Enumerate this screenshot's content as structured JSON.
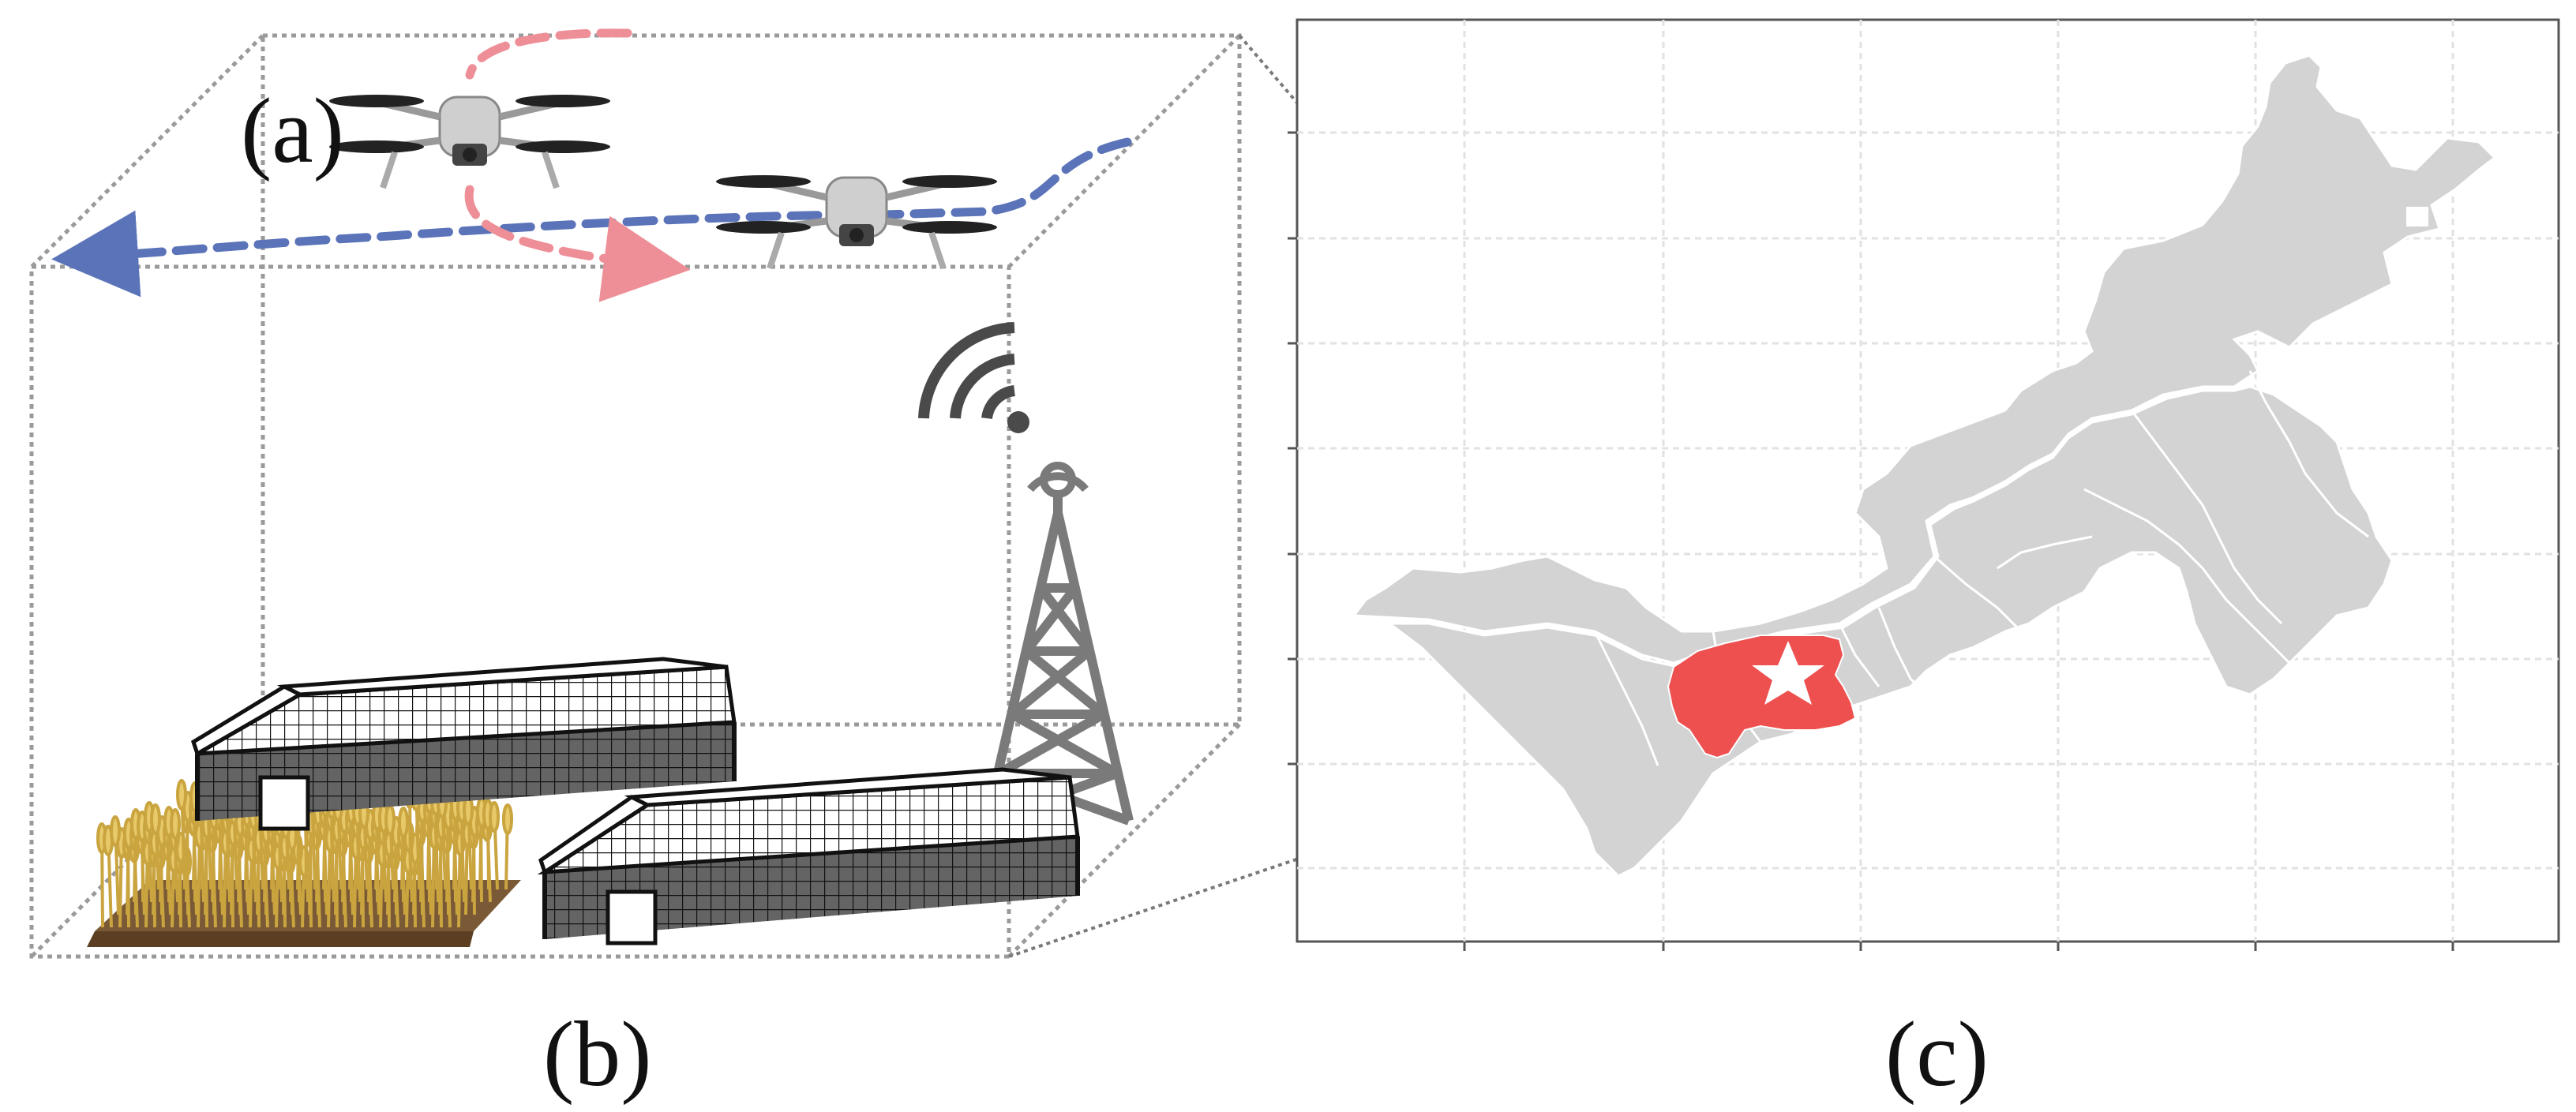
{
  "labels": {
    "panel_a": "(a)",
    "panel_b": "(b)",
    "panel_c": "(c)"
  },
  "colors": {
    "box_edge": "#9a9a9a",
    "path_blue": "#5b73b8",
    "path_pink": "#ee8f98",
    "map_region": "#d3d3d3",
    "map_border": "#ffffff",
    "highlight_region": "#ee5050",
    "star": "#ffffff",
    "grid": "#e2e2e2",
    "tower": "#7a7a7a",
    "wifi": "#4a4a4a",
    "greenhouse": "#111111",
    "crop": "#e8c96a",
    "soil": "#7a5a36"
  },
  "icons": {
    "drone": "drone-icon",
    "tower": "radio-tower-icon",
    "wifi": "wifi-signal-icon",
    "greenhouse": "greenhouse-icon",
    "crop": "wheat-field-icon",
    "star": "star-icon"
  }
}
